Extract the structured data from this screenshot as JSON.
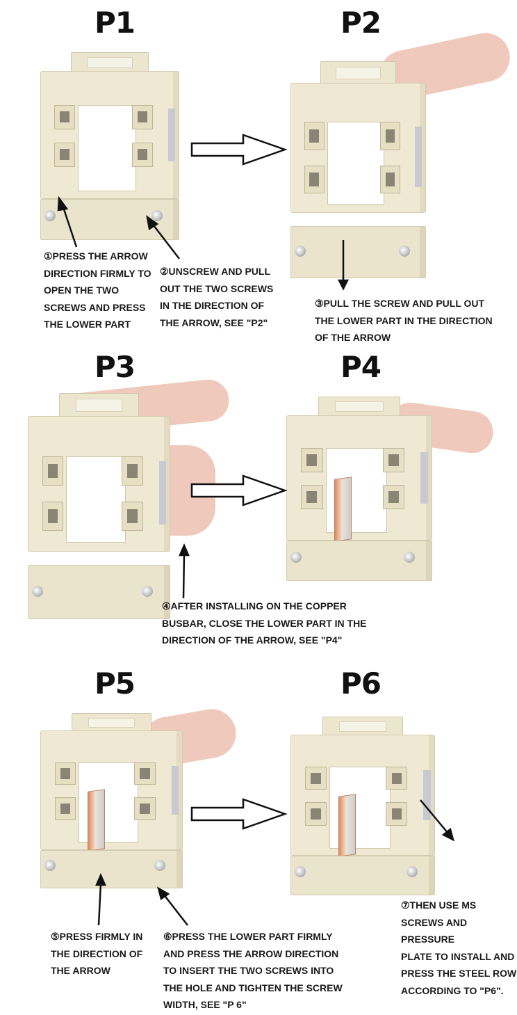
{
  "panels": [
    {
      "title": "P1"
    },
    {
      "title": "P2"
    },
    {
      "title": "P3"
    },
    {
      "title": "P4"
    },
    {
      "title": "P5"
    },
    {
      "title": "P6"
    }
  ],
  "steps": [
    "①PRESS THE ARROW\nDIRECTION FIRMLY TO\nOPEN THE TWO\nSCREWS AND PRESS\nTHE LOWER PART",
    "②UNSCREW AND PULL\nOUT THE TWO SCREWS\nIN THE DIRECTION OF\nTHE ARROW, SEE \"P2\"",
    "③PULL THE SCREW AND PULL OUT\nTHE LOWER PART IN THE DIRECTION\nOF THE ARROW",
    "④AFTER INSTALLING ON THE COPPER\nBUSBAR, CLOSE THE LOWER PART IN THE\nDIRECTION OF THE ARROW, SEE \"P4\"",
    "⑤PRESS FIRMLY IN\nTHE DIRECTION OF\nTHE ARROW",
    "⑥PRESS THE LOWER PART FIRMLY\nAND PRESS THE ARROW DIRECTION\nTO INSERT THE TWO SCREWS INTO\nTHE HOLE AND TIGHTEN THE SCREW\nWIDTH, SEE \"P 6\"",
    "⑦THEN USE MS\nSCREWS AND PRESSURE\nPLATE TO INSTALL AND\nPRESS THE STEEL ROW\nACCORDING TO \"P6\"."
  ],
  "colors": {
    "device": "#efe9d3",
    "text": "#1a1a1a",
    "copper": "#d98b63"
  }
}
